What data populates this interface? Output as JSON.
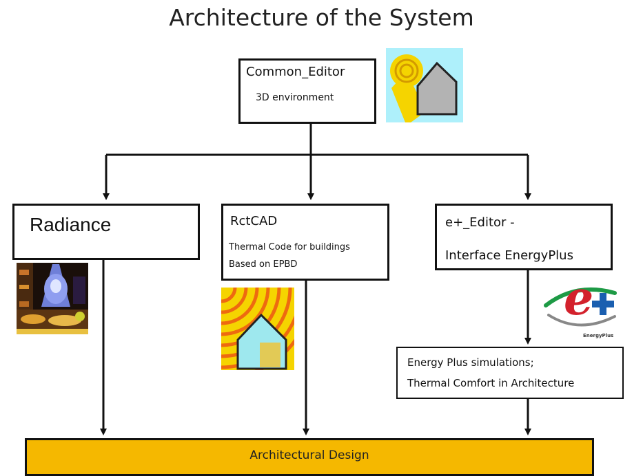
{
  "title": "Architecture of the System",
  "common_editor": {
    "name": "Common_Editor",
    "subtitle": "3D environment"
  },
  "radiance": {
    "name": "Radiance"
  },
  "rctcad": {
    "name": "RctCAD",
    "line1": "Thermal Code for buildings",
    "line2": "Based on EPBD"
  },
  "eplus_editor": {
    "name": "e+_Editor -",
    "line2": "Interface EnergyPlus"
  },
  "simulations": {
    "line1": "Energy Plus simulations;",
    "line2": "Thermal Comfort in Architecture"
  },
  "output": {
    "label": "Architectural Design"
  },
  "energyplus_logo": {
    "mark": "e",
    "caption": "EnergyPlus"
  },
  "colors": {
    "output_bar": "#f5b800",
    "connector": "#111111",
    "sky": "#aef0fb",
    "sun": "#f5d400"
  }
}
